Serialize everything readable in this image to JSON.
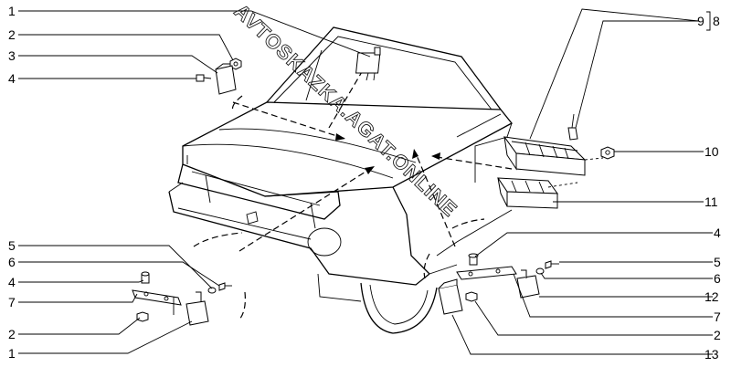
{
  "watermark": "AVTOSKAZKA.AGAT.ONLINE",
  "callouts": {
    "l1_top": "1",
    "l2_top": "2",
    "l3": "3",
    "l4_top": "4",
    "l5": "5",
    "l6": "6",
    "l4_bot": "4",
    "l7": "7",
    "l2_bot": "2",
    "l1_bot": "1",
    "r9": "9",
    "r8": "8",
    "r10": "10",
    "r11": "11",
    "r4": "4",
    "r5": "5",
    "r6": "6",
    "r12": "12",
    "r7": "7",
    "r2": "2",
    "r13": "13"
  },
  "colors": {
    "ink": "#000000",
    "background": "#ffffff"
  }
}
